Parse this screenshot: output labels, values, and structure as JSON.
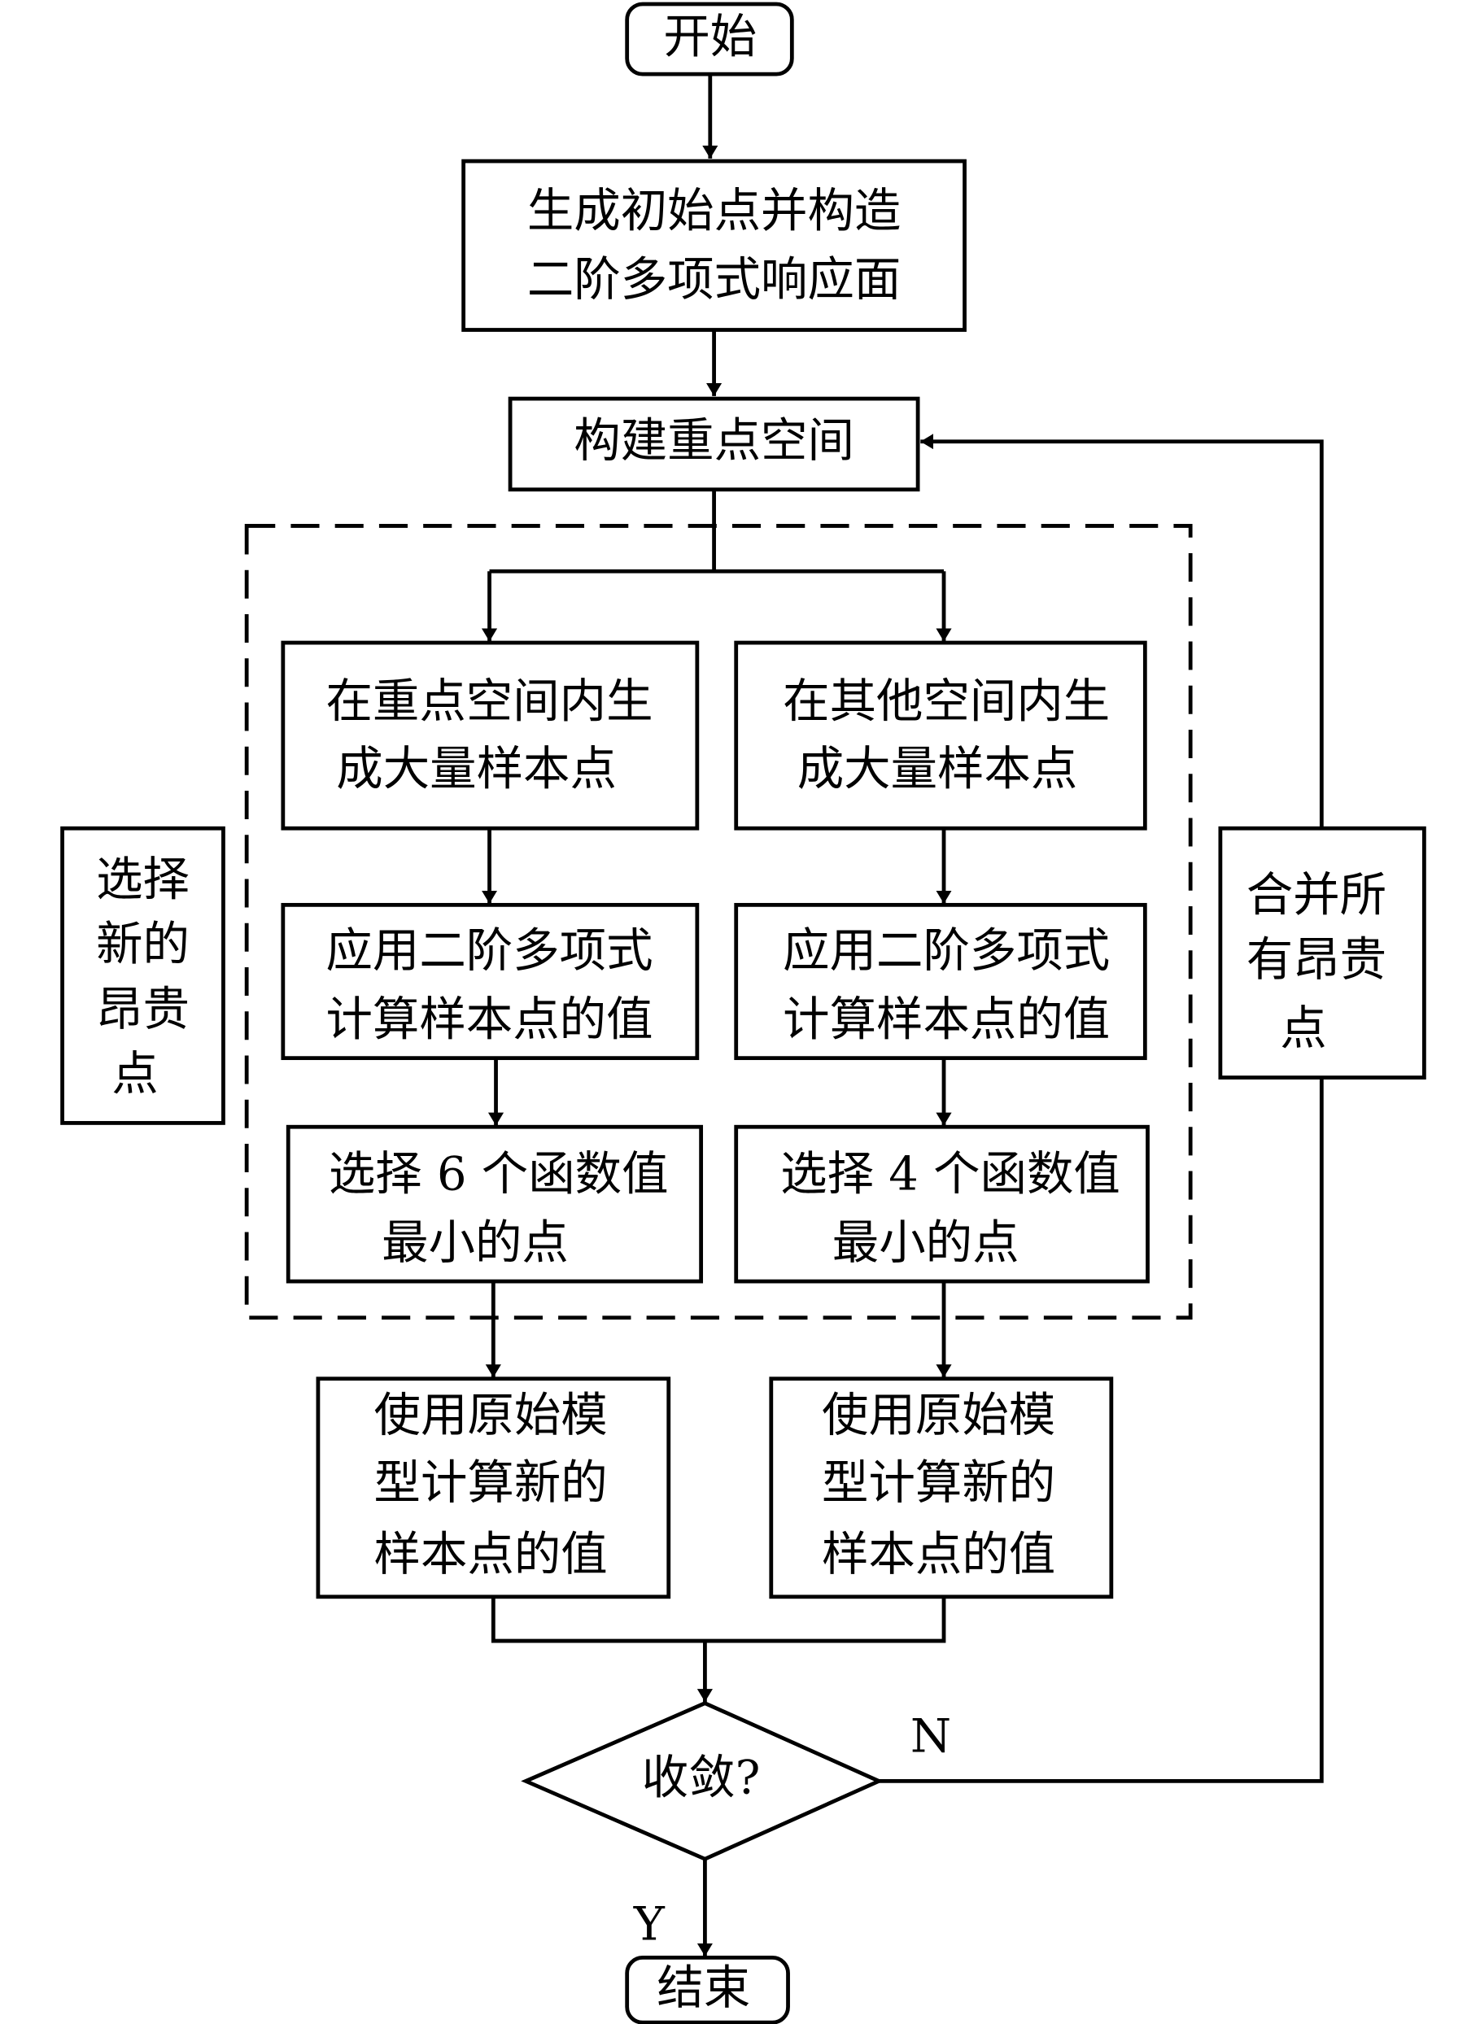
{
  "start": "开始",
  "init_box": [
    "生成初始点并构造",
    "二阶多项式响应面"
  ],
  "key_space_box": "构建重点空间",
  "left_branch": {
    "generate": [
      "在重点空间内生",
      "成大量样本点"
    ],
    "evaluate": [
      "应用二阶多项式",
      "计算样本点的值"
    ],
    "select": [
      "选择 6 个函数值",
      "最小的点"
    ],
    "original": [
      "使用原始模",
      "型计算新的",
      "样本点的值"
    ]
  },
  "right_branch": {
    "generate": [
      "在其他空间内生",
      "成大量样本点"
    ],
    "evaluate": [
      "应用二阶多项式",
      "计算样本点的值"
    ],
    "select": [
      "选择 4 个函数值",
      "最小的点"
    ],
    "original": [
      "使用原始模",
      "型计算新的",
      "样本点的值"
    ]
  },
  "side_label": [
    "选择",
    "新的",
    "昂贵",
    "点"
  ],
  "merge_box": [
    "合并所",
    "有昂贵",
    "点"
  ],
  "decision": "收敛?",
  "no_label": "N",
  "yes_label": "Y",
  "end": "结束"
}
